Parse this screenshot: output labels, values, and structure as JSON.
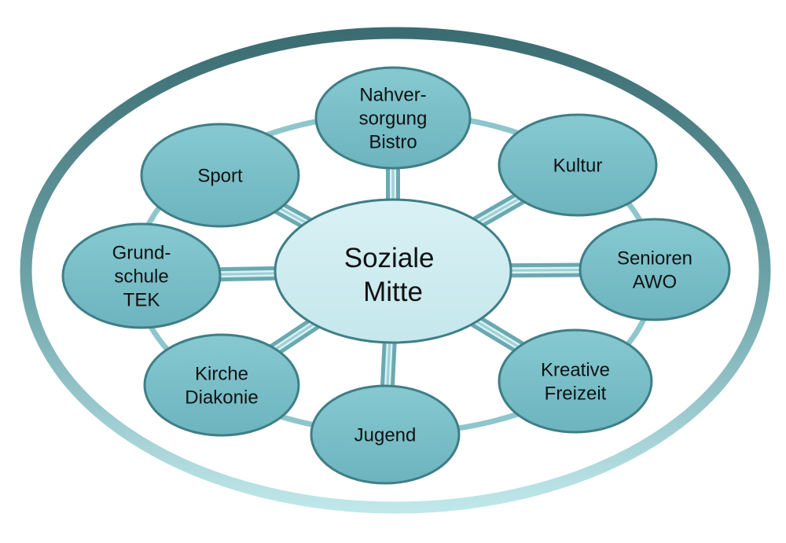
{
  "diagram": {
    "center": {
      "lines": [
        "Soziale",
        "Mitte"
      ]
    },
    "nodes": [
      {
        "id": "nahversorgung",
        "lines": [
          "Nahver-",
          "sorgung",
          "Bistro"
        ]
      },
      {
        "id": "kultur",
        "lines": [
          "Kultur"
        ]
      },
      {
        "id": "senioren",
        "lines": [
          "Senioren",
          "AWO"
        ]
      },
      {
        "id": "kreative",
        "lines": [
          "Kreative",
          "Freizeit"
        ]
      },
      {
        "id": "jugend",
        "lines": [
          "Jugend"
        ]
      },
      {
        "id": "kirche",
        "lines": [
          "Kirche",
          "Diakonie"
        ]
      },
      {
        "id": "grundschule",
        "lines": [
          "Grund-",
          "schule",
          "TEK"
        ]
      },
      {
        "id": "sport",
        "lines": [
          "Sport"
        ]
      }
    ],
    "colors": {
      "node_fill": "#7fc3cc",
      "node_stroke": "#3f7e86",
      "center_fill": "#d3eef2",
      "outer_ring_top": "#3b6f74",
      "outer_ring_bottom": "#b5e3e6",
      "inner_ring": "#8fc6cb"
    }
  }
}
